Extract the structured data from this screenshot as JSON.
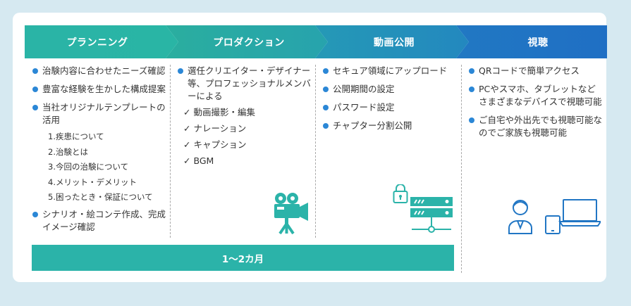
{
  "colors": {
    "teal": "#2bb3a9",
    "blue": "#2176c4",
    "bullet": "#2b87d6",
    "background": "#d6e9f1"
  },
  "stages": [
    {
      "label": "プランニング"
    },
    {
      "label": "プロダクション"
    },
    {
      "label": "動画公開"
    },
    {
      "label": "視聴"
    }
  ],
  "planning": {
    "bullets": [
      "治験内容に合わせたニーズ確認",
      "豊富な経験を生かした構成提案",
      "当社オリジナルテンプレートの活用",
      "シナリオ・絵コンテ作成、完成イメージ確認"
    ],
    "template_items": [
      "1.疾患について",
      "2.治験とは",
      "3.今回の治験について",
      "4.メリット・デメリット",
      "5.困ったとき・保証について"
    ]
  },
  "production": {
    "bullet": "選任クリエイター・デザイナー等、プロフェッショナルメンバーによる",
    "checks": [
      "動画撮影・編集",
      "ナレーション",
      "キャプション",
      "BGM"
    ],
    "icon": "video-camera-icon"
  },
  "release": {
    "bullets": [
      "セキュア領域にアップロード",
      "公開期間の設定",
      "パスワード設定",
      "チャプター分割公開"
    ],
    "icon": "secure-server-icon"
  },
  "viewing": {
    "bullets": [
      "QRコードで簡単アクセス",
      "PCやスマホ、タブレットなどさまざまなデバイスで視聴可能",
      "ご自宅や外出先でも視聴可能なのでご家族も視聴可能"
    ],
    "icon": "devices-icon"
  },
  "duration": "1〜2カ月"
}
